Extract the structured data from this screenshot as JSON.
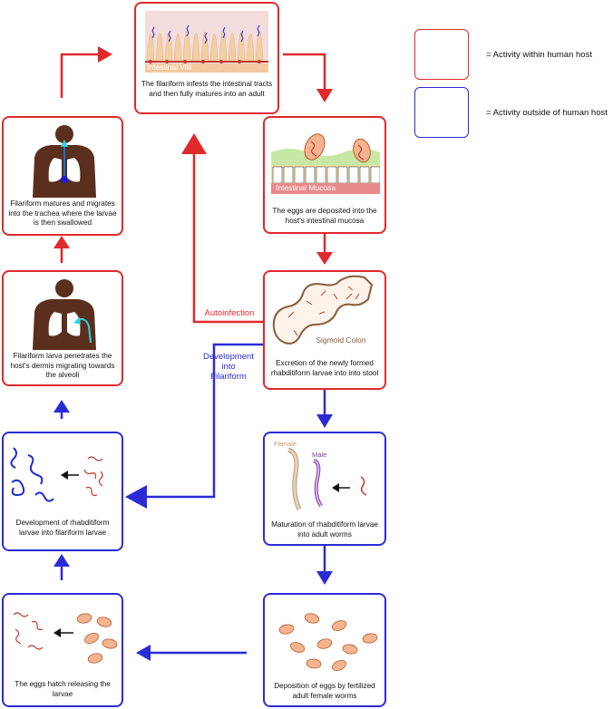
{
  "colors": {
    "human": "#e0292b",
    "outside": "#2b2bd6"
  },
  "legend": {
    "human_label": "= Activity within human host",
    "outside_label": "= Activity outside of human host"
  },
  "boxes": {
    "villi": {
      "label": "Intestinal Villi",
      "caption": "The filariform infests the intestinal tracts and then fully matures into an adult"
    },
    "trachea": {
      "caption": "Filariform matures and migrates into the trachea where the larvae is then swallowed"
    },
    "mucosa": {
      "label": "Intestinal Mucosa",
      "caption": "The eggs are deposited into the host's intestinal mucosa"
    },
    "dermis": {
      "caption": "Filariform larva penetrates the host's dermis migrating towards the alveoli"
    },
    "colon": {
      "label": "Sigmoid Colon",
      "caption": "Excretion of the newly formed rhabditiform larvae into into stool"
    },
    "development": {
      "caption": "Development of rhabditiform larvae into filariform larvae"
    },
    "maturation": {
      "female_label": "Female",
      "male_label": "Male",
      "caption": "Maturation of rhabditiform larvae into adult worms"
    },
    "hatch": {
      "caption": "The eggs hatch releasing the larvae"
    },
    "deposition": {
      "caption": "Deposition of eggs by fertilized adult female worms"
    }
  },
  "paths": {
    "autoinfection": "Autoinfection",
    "development_line1": "Development",
    "development_line2": "into",
    "development_line3": "Filariform"
  }
}
